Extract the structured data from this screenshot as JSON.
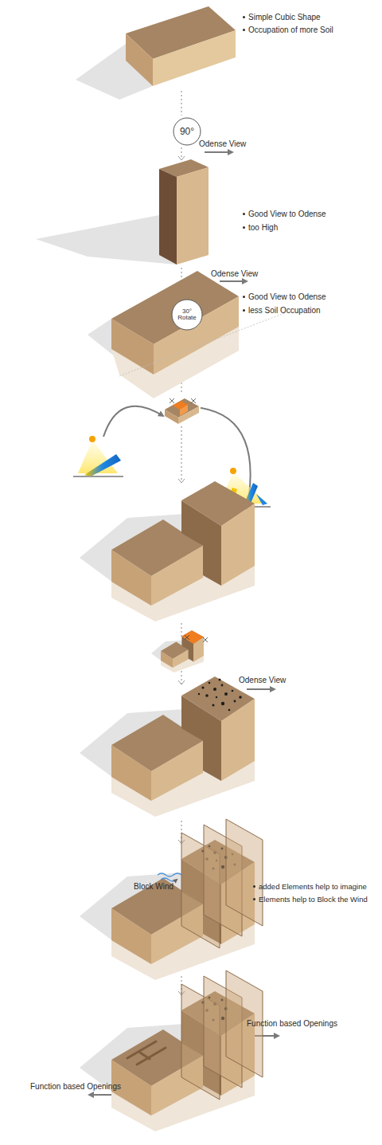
{
  "diagram": {
    "nodes": [
      {
        "text": [
          "90°"
        ]
      },
      {
        "text": [
          "30° Rotate"
        ]
      }
    ],
    "labels": [
      "Simple Cubic Shape",
      "Occupation of more Soil",
      "Odense View",
      "Good View to Odense",
      "too High",
      "Odense View",
      "Good View to Odense",
      "less Soil Occupation",
      "Odense View",
      "Block Wind",
      "added Elements help to imagine",
      "Elements help to Block the Wind",
      "Function based Openings",
      "Function based Openings"
    ]
  }
}
